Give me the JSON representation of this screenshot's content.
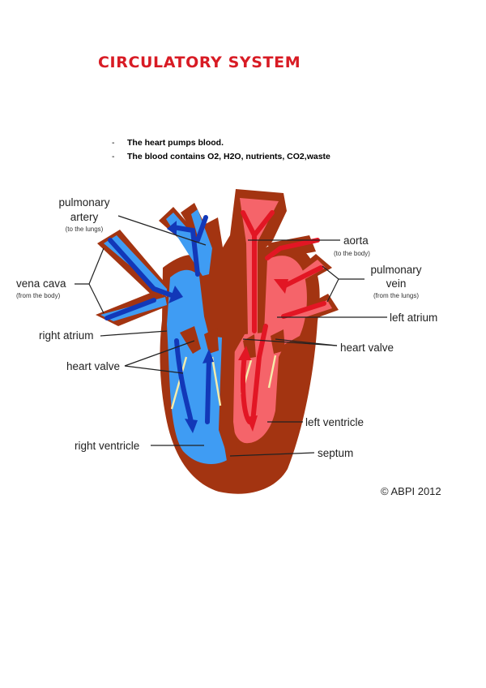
{
  "title": "CIRCULATORY SYSTEM",
  "bullets": [
    "The heart pumps blood.",
    "The blood contains O2, H2O, nutrients, CO2,waste"
  ],
  "labels": {
    "pulmonary_artery_1": "pulmonary",
    "pulmonary_artery_2": "artery",
    "pulmonary_artery_sub": "(to the lungs)",
    "vena_cava": "vena cava",
    "vena_cava_sub": "(from the body)",
    "right_atrium": "right atrium",
    "heart_valve_left": "heart valve",
    "right_ventricle": "right ventricle",
    "aorta": "aorta",
    "aorta_sub": "(to the body)",
    "pulmonary_vein_1": "pulmonary",
    "pulmonary_vein_2": "vein",
    "pulmonary_vein_sub": "(from the lungs)",
    "left_atrium": "left atrium",
    "heart_valve_right": "heart valve",
    "left_ventricle": "left ventricle",
    "septum": "septum"
  },
  "copyright": "© ABPI 2012",
  "colors": {
    "title": "#d81b24",
    "muscle": "#a33411",
    "deoxygenated": "#3f9cf3",
    "deoxygenated_arrow": "#1238b8",
    "oxygenated": "#f5646a",
    "oxygenated_arrow": "#e21624",
    "valve": "#f6ecab"
  }
}
